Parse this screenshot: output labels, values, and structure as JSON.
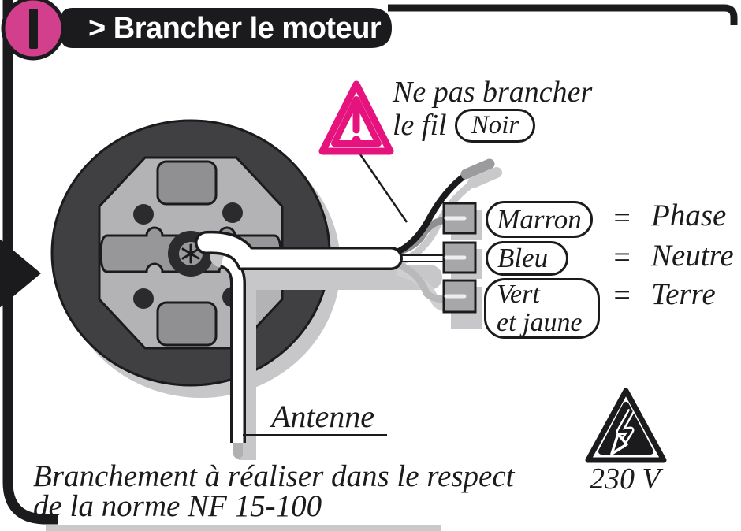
{
  "step": {
    "number": "1",
    "title": "> Brancher le moteur"
  },
  "warning": {
    "line1": "Ne pas brancher",
    "line2": "le fil",
    "wire": "Noir"
  },
  "rows": [
    {
      "label": "Marron",
      "eq": "=",
      "role": "Phase"
    },
    {
      "label": "Bleu",
      "eq": "=",
      "role": "Neutre"
    },
    {
      "label": "Vert",
      "label2": "et jaune",
      "eq": "=",
      "role": "Terre"
    }
  ],
  "antenna": {
    "label": "Antenne"
  },
  "note": {
    "line1": "Branchement à réaliser dans le respect",
    "line2": "de la norme NF 15-100"
  },
  "voltage": {
    "label": "230 V"
  },
  "colors": {
    "accent_pink": "#e6137f",
    "badge_pink": "#d2408d",
    "ink": "#1b1b1d"
  }
}
